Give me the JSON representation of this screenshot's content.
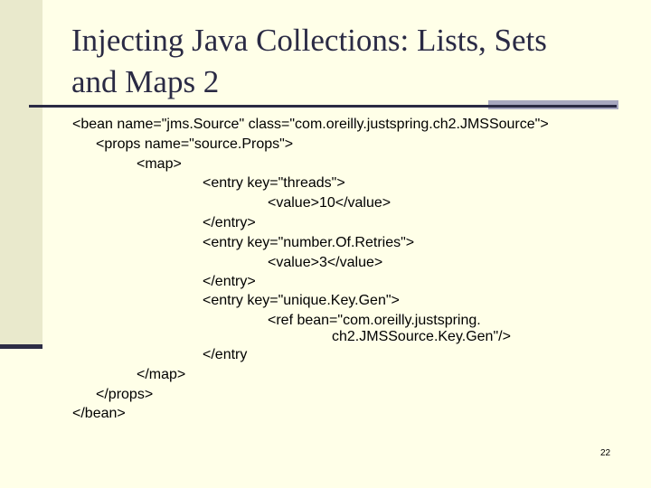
{
  "slide": {
    "title_line1": "Injecting Java Collections: Lists, Sets",
    "title_line2": "and Maps 2",
    "code_lines": [
      "<bean name=\"jms.Source\" class=\"com.oreilly.justspring.ch2.JMSSource\">",
      "<props name=\"source.Props\">",
      "<map>",
      "<entry key=\"threads\">",
      "<value>10</value>",
      "</entry>",
      "<entry key=\"number.Of.Retries\">",
      "<value>3</value>",
      "</entry>",
      "<entry key=\"unique.Key.Gen\">",
      "<ref bean=\"com.oreilly.justspring.",
      "ch2.JMSSource.Key.Gen\"/>",
      "</entry",
      "</map>",
      "</props>",
      "</bean>"
    ],
    "page_number": "22"
  }
}
